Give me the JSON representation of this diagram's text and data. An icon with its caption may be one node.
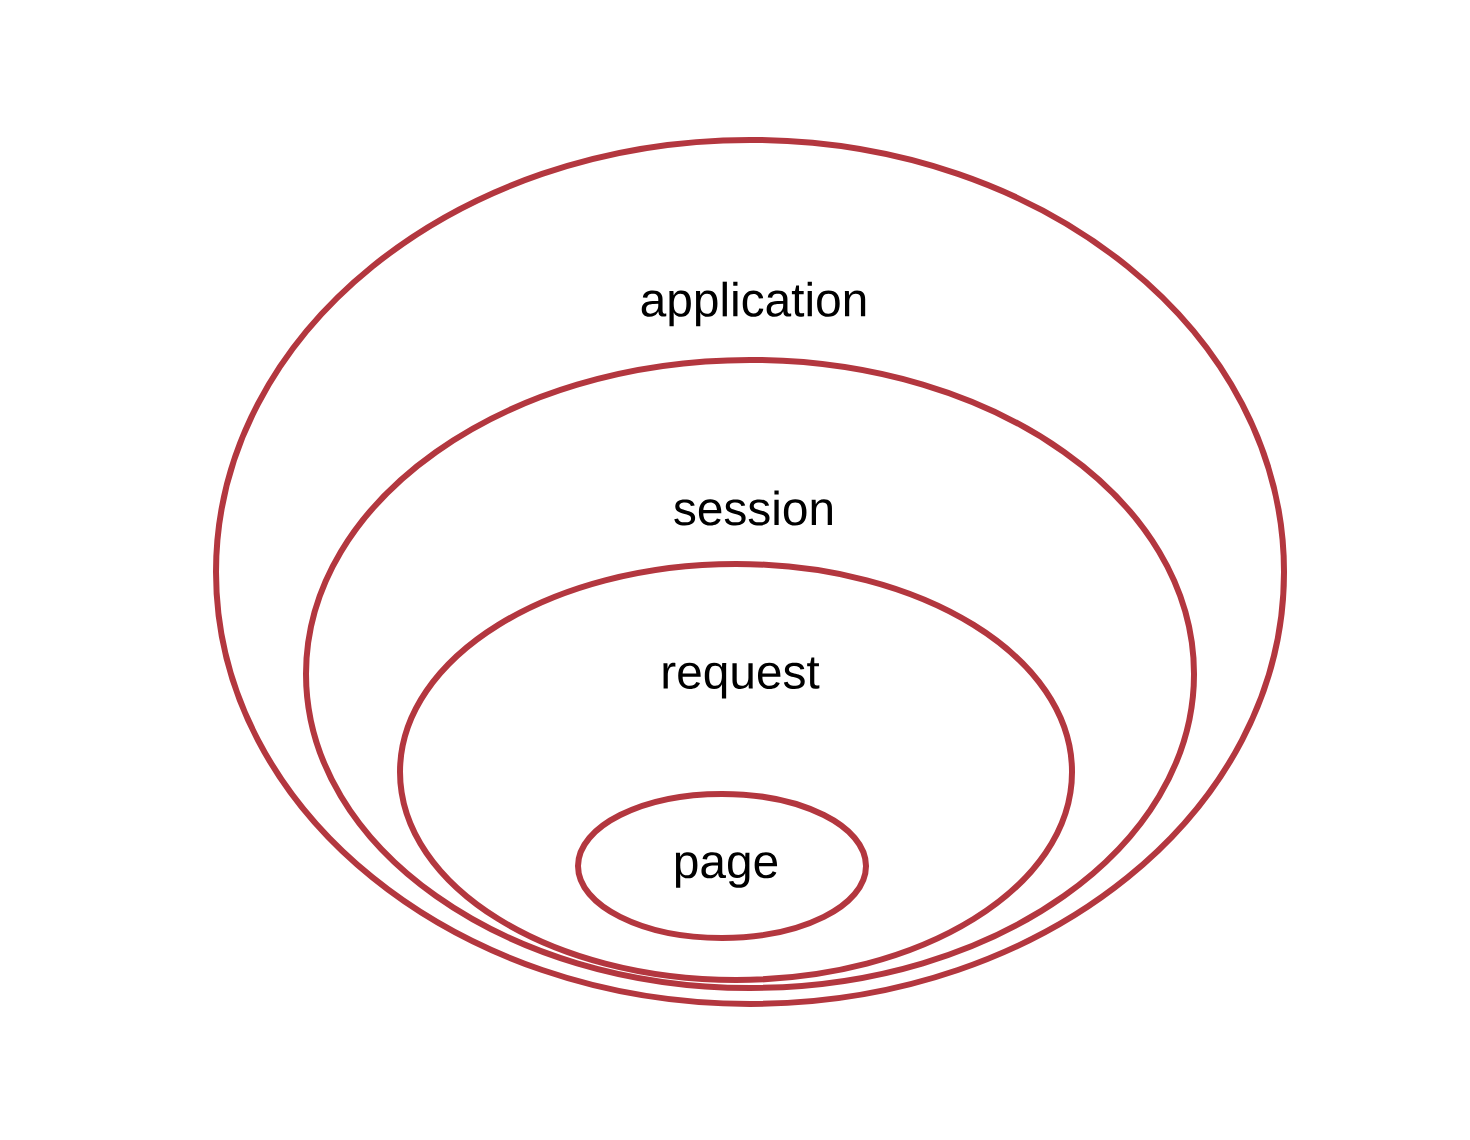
{
  "diagram": {
    "nodes": [
      {
        "text": [
          "application"
        ]
      },
      {
        "text": [
          "session"
        ],
        "in": 0
      },
      {
        "text": [
          "request"
        ],
        "in": 1
      },
      {
        "text": [
          "page"
        ],
        "in": 2
      }
    ]
  }
}
